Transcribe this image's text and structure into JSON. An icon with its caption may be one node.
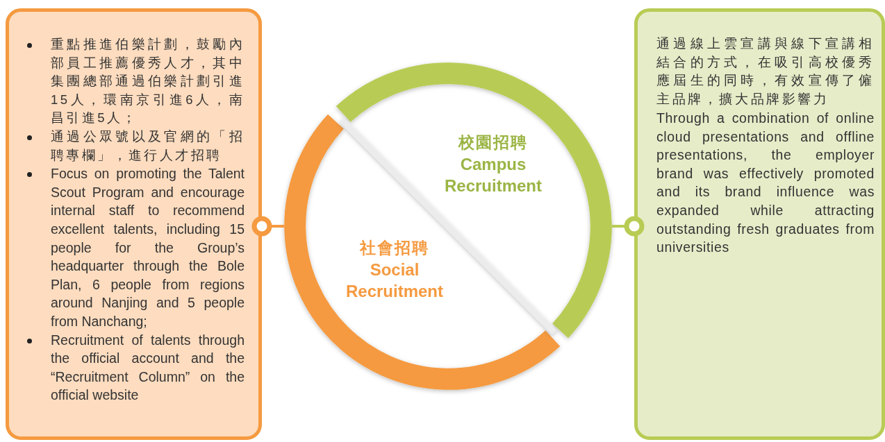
{
  "diagram": {
    "nodes": [
      {
        "text": [
          "重點推進伯樂計劃，鼓勵內部員工推薦優秀人才，其中集團總部通過伯樂計劃引進15人，環南京引進6人，南昌引進5人；",
          "通過公眾號以及官網的「招聘專欄」，進行人才招聘",
          "Focus on promoting the Talent Scout Program and encourage internal staff to recommend excellent talents, including 15 people for the Group’s headquarter through the Bole Plan, 6 people from regions around Nanjing and 5 people from Nanchang;",
          "Recruitment of talents through the official account and the “Recruitment Column” on the official website"
        ]
      },
      {
        "text": [
          "社會招聘",
          "Social Recruitment"
        ]
      },
      {
        "text": [
          "校園招聘",
          "Campus Recruitment"
        ]
      },
      {
        "text": [
          "通過線上雲宣講與線下宣講相結合的方式，在吸引高校優秀應屆生的同時，有效宣傳了僱主品牌，擴大品牌影響力",
          "Through a combination of online cloud presentations and offline presentations, the employer brand was effectively promoted and its brand influence was expanded while attracting outstanding fresh graduates from universities"
        ]
      }
    ],
    "edges": [
      {
        "from": 1,
        "to": 0,
        "arrow": "other",
        "color": "#f59a40"
      },
      {
        "from": 2,
        "to": 3,
        "arrow": "other",
        "color": "#b8cc55"
      }
    ]
  }
}
